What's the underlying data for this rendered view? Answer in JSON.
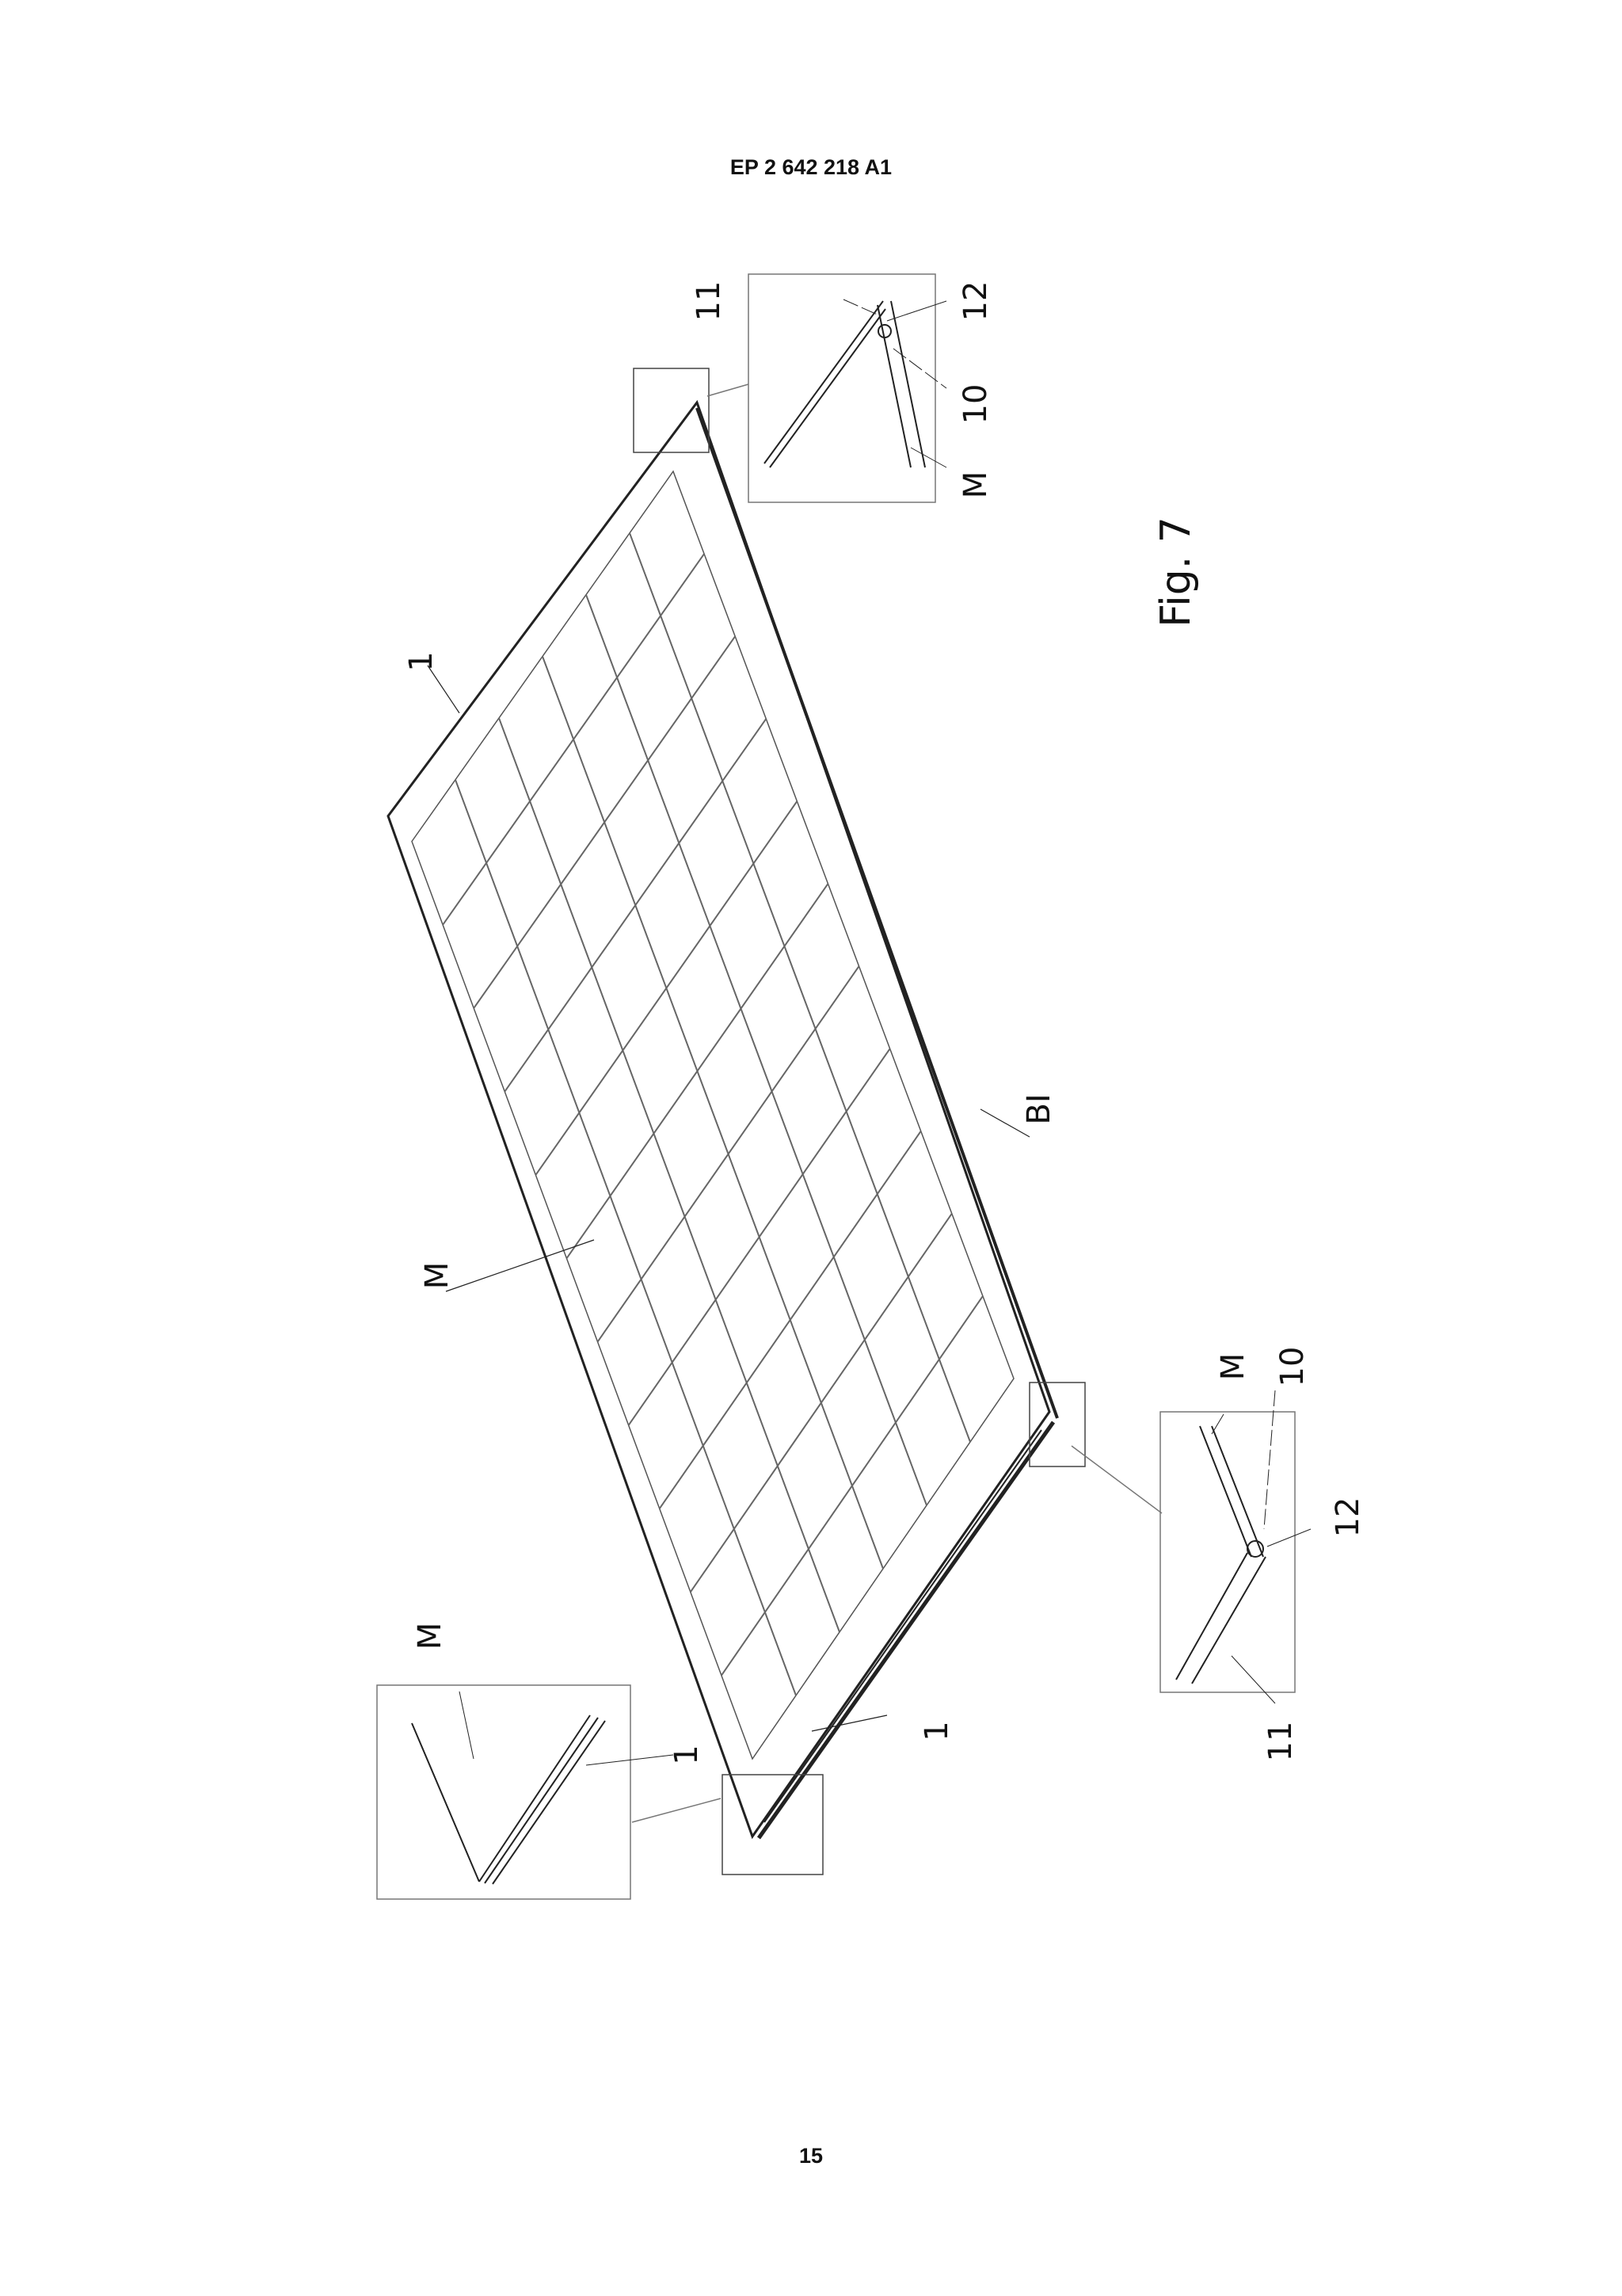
{
  "header": {
    "publication_number": "EP 2 642 218 A1"
  },
  "figure": {
    "caption": "Fig. 7"
  },
  "labels": {
    "frame_top": "1",
    "frame_bottom": "1",
    "module": "M",
    "bottom_edge": "BI",
    "detail_right_11": "11",
    "detail_right_12": "12",
    "detail_right_10": "10",
    "detail_right_m": "M",
    "detail_bottom_m": "M",
    "detail_bottom_10": "10",
    "detail_bottom_12": "12",
    "detail_bottom_11": "11",
    "detail_left_m": "M",
    "detail_left_1": "1"
  },
  "footer": {
    "page_number": "15"
  }
}
